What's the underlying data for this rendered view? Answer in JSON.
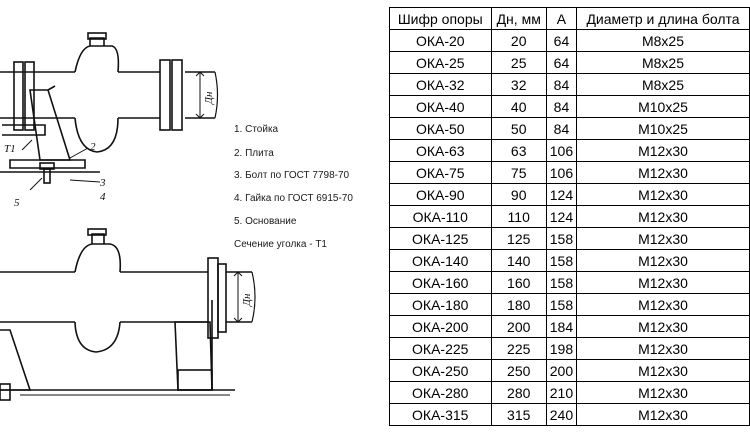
{
  "drawing": {
    "dim_label_top": "Дн",
    "dim_label_bottom": "Дн",
    "callout_t1": "Т1",
    "callout_2": "2",
    "callout_3": "3",
    "callout_4": "4",
    "callout_5": "5"
  },
  "legend": [
    "1. Стойка",
    "2. Плита",
    "3. Болт по ГОСТ 7798-70",
    "4. Гайка по ГОСТ 6915-70",
    "5. Основание",
    "Сечение уголка - Т1"
  ],
  "table": {
    "headers": [
      "Шифр опоры",
      "Дн, мм",
      "А",
      "Диаметр и длина болта"
    ],
    "rows": [
      [
        "ОКА-20",
        "20",
        "64",
        "М8х25"
      ],
      [
        "ОКА-25",
        "25",
        "64",
        "М8х25"
      ],
      [
        "ОКА-32",
        "32",
        "84",
        "М8х25"
      ],
      [
        "ОКА-40",
        "40",
        "84",
        "М10х25"
      ],
      [
        "ОКА-50",
        "50",
        "84",
        "М10х25"
      ],
      [
        "ОКА-63",
        "63",
        "106",
        "М12х30"
      ],
      [
        "ОКА-75",
        "75",
        "106",
        "М12х30"
      ],
      [
        "ОКА-90",
        "90",
        "124",
        "М12х30"
      ],
      [
        "ОКА-110",
        "110",
        "124",
        "М12х30"
      ],
      [
        "ОКА-125",
        "125",
        "158",
        "М12х30"
      ],
      [
        "ОКА-140",
        "140",
        "158",
        "М12х30"
      ],
      [
        "ОКА-160",
        "160",
        "158",
        "М12х30"
      ],
      [
        "ОКА-180",
        "180",
        "158",
        "М12х30"
      ],
      [
        "ОКА-200",
        "200",
        "184",
        "М12х30"
      ],
      [
        "ОКА-225",
        "225",
        "198",
        "М12х30"
      ],
      [
        "ОКА-250",
        "250",
        "200",
        "М12х30"
      ],
      [
        "ОКА-280",
        "280",
        "210",
        "М12х30"
      ],
      [
        "ОКА-315",
        "315",
        "240",
        "М12х30"
      ]
    ]
  }
}
